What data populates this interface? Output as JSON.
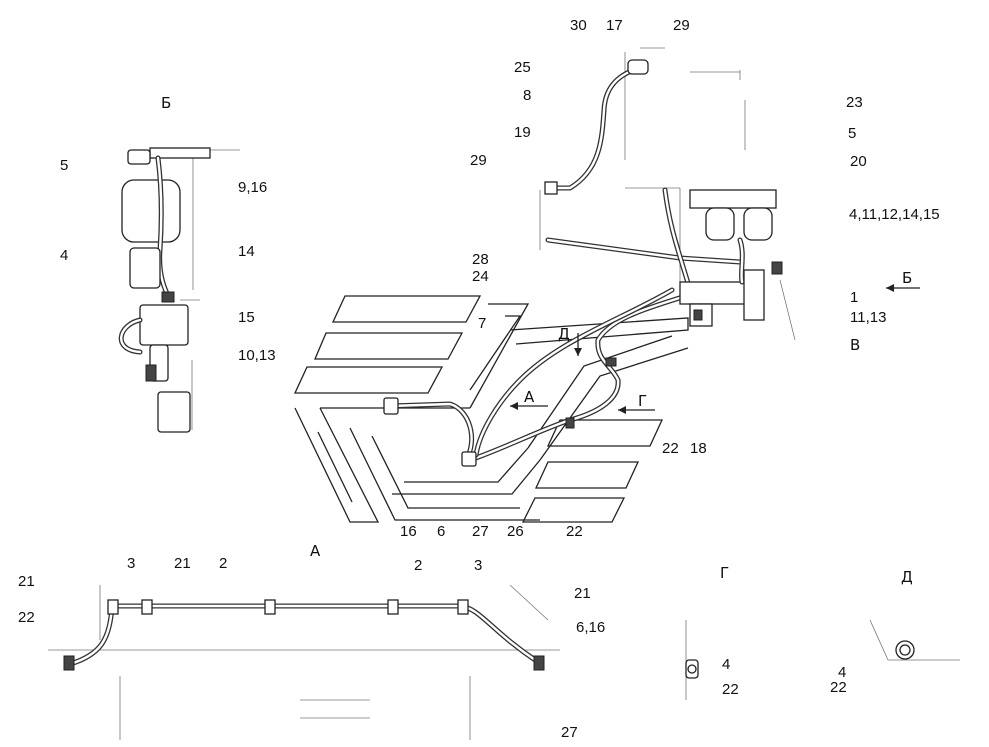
{
  "views": {
    "b_view": "Б",
    "a_view": "А",
    "g_view": "Г",
    "d_view": "Д"
  },
  "direction_arrows": {
    "b": "Б",
    "a": "А",
    "g": "Г",
    "d": "Д",
    "v": "В"
  },
  "callouts": {
    "top": [
      "30",
      "17",
      "29"
    ],
    "upper_mid": [
      "25",
      "8",
      "19",
      "29"
    ],
    "right": [
      "23",
      "5",
      "20",
      "4,11,12,14,15",
      "1",
      "11,13"
    ],
    "left_b": [
      "5",
      "4",
      "9,16",
      "14",
      "15",
      "10,13"
    ],
    "mid": [
      "28",
      "24",
      "7",
      "22",
      "18"
    ],
    "bottom_row": [
      "16",
      "6",
      "27",
      "26",
      "22"
    ],
    "view_a": [
      "21",
      "22",
      "3",
      "21",
      "2",
      "2",
      "3",
      "21",
      "6,16",
      "27"
    ],
    "view_g": [
      "4",
      "22"
    ],
    "view_d": [
      "4",
      "22"
    ]
  }
}
